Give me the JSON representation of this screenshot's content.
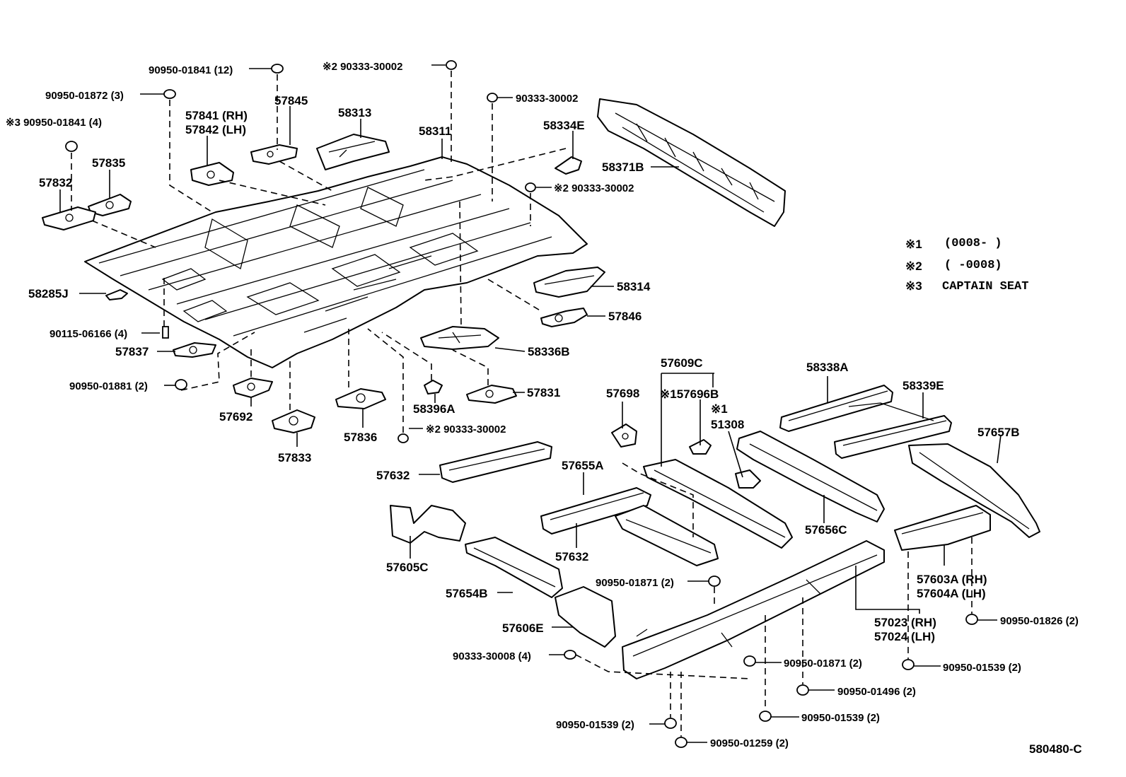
{
  "labels": {
    "p90950_01841_12": "90950-01841 (12)",
    "m2_90333_30002_top": "※2 90333-30002",
    "p90333_30002_a": "90333-30002",
    "p90950_01872_3": "90950-01872 (3)",
    "p57845": "57845",
    "p57841": "57841 (RH)",
    "p57842": "57842 (LH)",
    "p58313": "58313",
    "m3_90950_01841_4": "※3 90950-01841 (4)",
    "p58311": "58311",
    "p58334E": "58334E",
    "p58371B": "58371B",
    "p57835": "57835",
    "p57832": "57832",
    "m2_90333_30002_mid": "※2 90333-30002",
    "p58285J": "58285J",
    "p58314": "58314",
    "p57846": "57846",
    "p90115_06166_4": "90115-06166 (4)",
    "p57837": "57837",
    "p58336B": "58336B",
    "p90950_01881_2": "90950-01881 (2)",
    "p57692": "57692",
    "p57831": "57831",
    "p58396A": "58396A",
    "p57836": "57836",
    "m2_90333_30002_low": "※2 90333-30002",
    "p57833": "57833",
    "p57609C": "57609C",
    "m1_57696B": "※157696B",
    "m1_51308_mark": "※1",
    "p51308": "51308",
    "p57698": "57698",
    "p58338A": "58338A",
    "p58339E": "58339E",
    "p57657B": "57657B",
    "p57632_a": "57632",
    "p57655A": "57655A",
    "p57632_b": "57632",
    "p57656C": "57656C",
    "p57605C": "57605C",
    "p57654B": "57654B",
    "p57606E": "57606E",
    "p90950_01871_2_a": "90950-01871 (2)",
    "p57603A": "57603A (RH)",
    "p57604A": "57604A (LH)",
    "p90950_01826_2": "90950-01826 (2)",
    "p57023": "57023 (RH)",
    "p57024": "57024 (LH)",
    "p90333_30008_4": "90333-30008 (4)",
    "p90950_01871_2_b": "90950-01871 (2)",
    "p90950_01539_2_a": "90950-01539 (2)",
    "p90950_01496_2": "90950-01496 (2)",
    "p90950_01539_2_b": "90950-01539 (2)",
    "p90950_01539_2_c": "90950-01539 (2)",
    "p90950_01259_2": "90950-01259 (2)"
  },
  "legend": {
    "m1": "※1",
    "m1_text": "(0008-      )",
    "m2": "※2",
    "m2_text": "(      -0008)",
    "m3": "※3",
    "m3_text": "CAPTAIN SEAT"
  },
  "diagram_code": "580480-C"
}
